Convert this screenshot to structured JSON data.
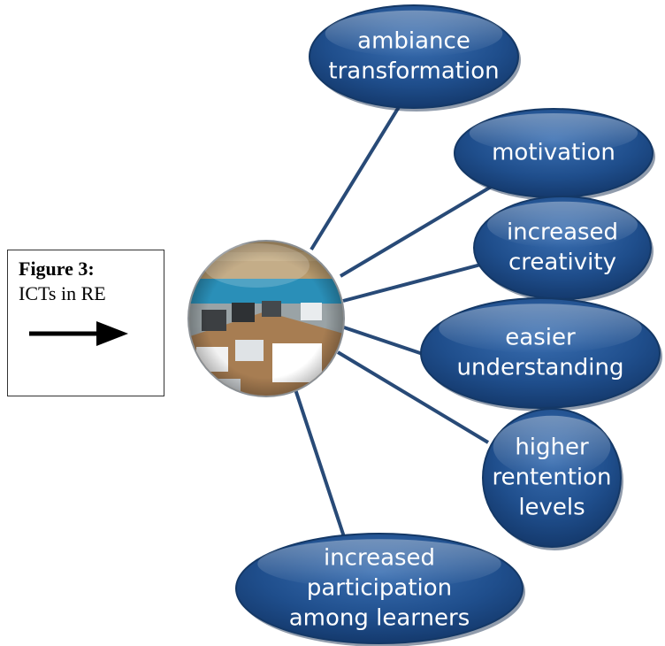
{
  "figure": {
    "label": "Figure 3:",
    "subtitle": "ICTs in RE"
  },
  "center_image": {
    "icon": "computer-lab-photo"
  },
  "nodes": [
    {
      "id": "ambiance",
      "lines": [
        "ambiance",
        "transformation"
      ]
    },
    {
      "id": "motivation",
      "lines": [
        "motivation"
      ]
    },
    {
      "id": "creativity",
      "lines": [
        "increased",
        "creativity"
      ]
    },
    {
      "id": "understanding",
      "lines": [
        "easier",
        "understanding"
      ]
    },
    {
      "id": "retention",
      "lines": [
        "higher",
        "rentention",
        "levels"
      ]
    },
    {
      "id": "participation",
      "lines": [
        "increased",
        "participation",
        "among learners"
      ]
    }
  ],
  "colors": {
    "node_fill": "#1f4e8c",
    "node_fill_dark": "#143866",
    "connector": "#284a77",
    "node_text": "#ffffff"
  }
}
